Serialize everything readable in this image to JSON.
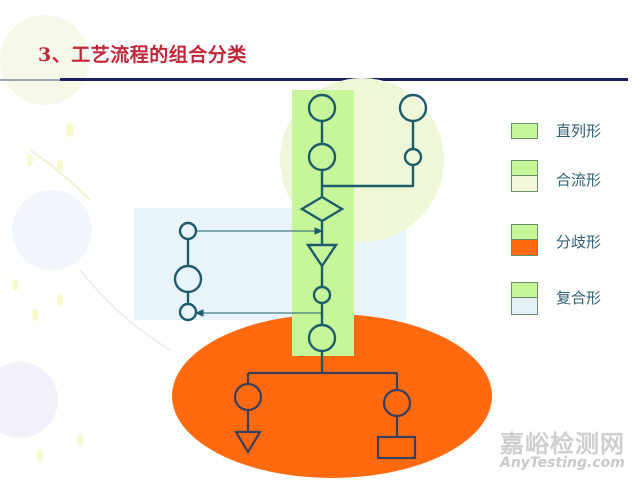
{
  "slide": {
    "title": "3、工艺流程的组合分类",
    "colors": {
      "title": "#c0283a",
      "rule": "#1a1f5c",
      "straight_band": "#c6f59a",
      "merge_bg": "#eef8d8",
      "branch_ellipse": "#ff6a10",
      "composite_bg": "#e8f3fa",
      "line": "#1f5c6b"
    }
  },
  "legend": {
    "items": [
      {
        "label": "直列形",
        "top_color": "#c6f59a",
        "bottom_color": null
      },
      {
        "label": "合流形",
        "top_color": "#c6f59a",
        "bottom_color": "#f2f8d8"
      },
      {
        "label": "分歧形",
        "top_color": "#c6f59a",
        "bottom_color": "#ff6a10"
      },
      {
        "label": "复合形",
        "top_color": "#c6f59a",
        "bottom_color": "#e3f1f6"
      }
    ]
  },
  "diagram": {
    "main_column": [
      "circle",
      "circle",
      "diamond",
      "triangle",
      "small-circle",
      "circle"
    ],
    "merge_branch": [
      "circle",
      "small-circle"
    ],
    "loop_branch": [
      "small-circle",
      "circle",
      "small-circle"
    ],
    "split_left": [
      "circle",
      "triangle"
    ],
    "split_right": [
      "circle",
      "rectangle"
    ]
  },
  "watermark": {
    "cn": "嘉峪检测网",
    "en": "AnyTesting.com"
  }
}
